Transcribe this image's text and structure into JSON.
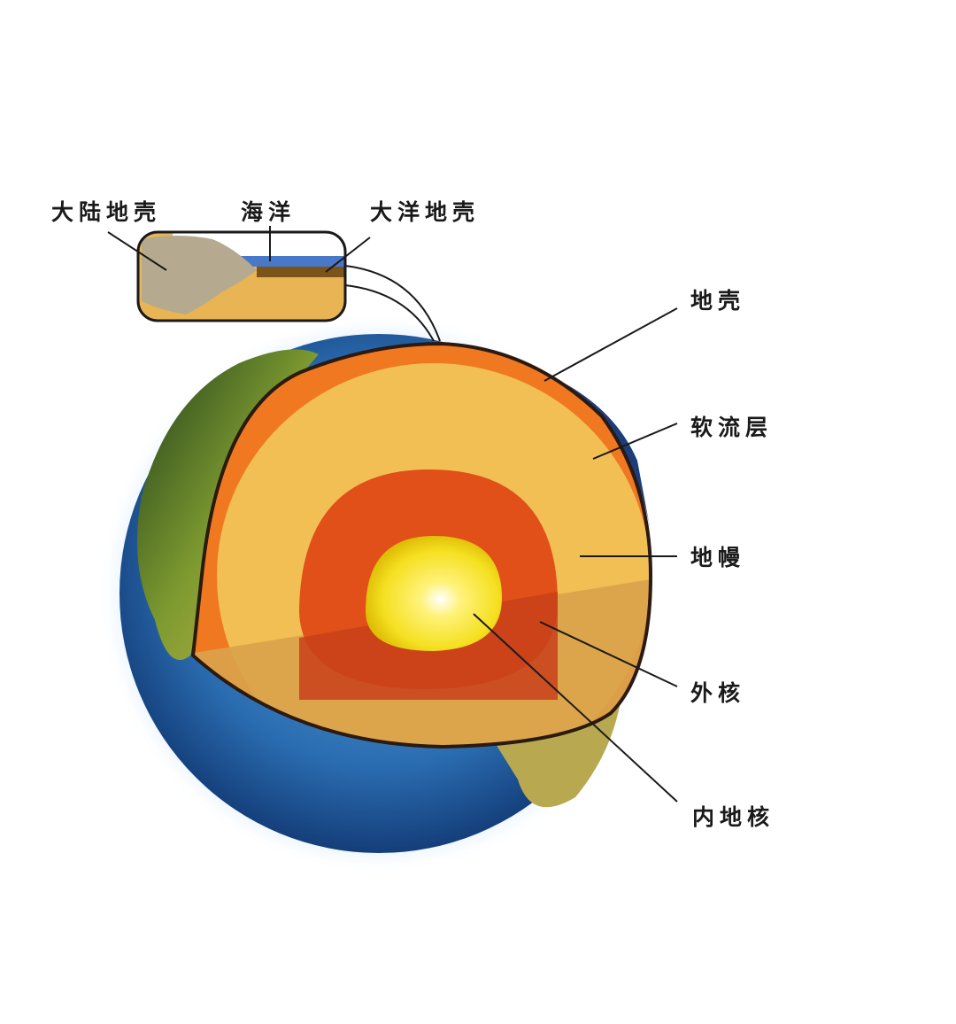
{
  "diagram": {
    "title": "Earth internal structure",
    "inset_labels": {
      "continental_crust": "大陆地壳",
      "ocean": "海洋",
      "oceanic_crust": "大洋地壳"
    },
    "layer_labels": {
      "crust": "地壳",
      "asthenosphere": "软流层",
      "mantle": "地幔",
      "outer_core": "外核",
      "inner_core": "内地核"
    },
    "colors": {
      "ocean_blue": "#2e6fb5",
      "land_green": "#6f8f2f",
      "crust_orange": "#f07820",
      "mantle_yellow": "#f2bf55",
      "outer_core_red": "#e05018",
      "inner_core_yellow": "#ffe830",
      "continental_gray": "#b5aa8f",
      "oceanic_brown": "#7a5418",
      "inset_sand": "#e8b454",
      "inset_water": "#4a78c8"
    }
  }
}
